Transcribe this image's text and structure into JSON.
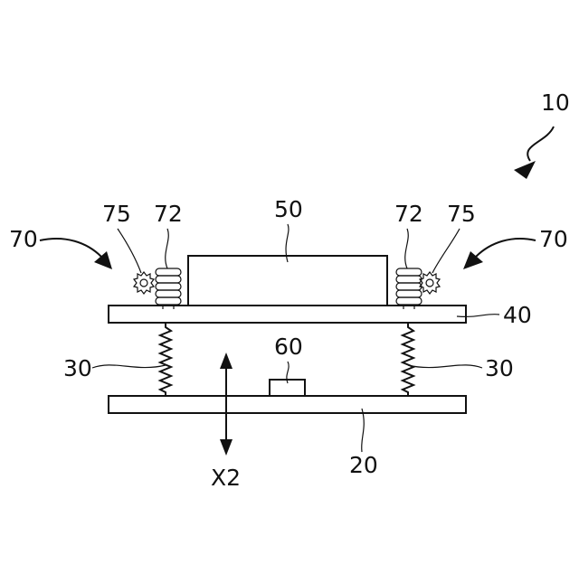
{
  "figure": {
    "labels": {
      "device": "10",
      "base_plate": "20",
      "spring_left": "30",
      "spring_right": "30",
      "top_plate": "40",
      "component": "50",
      "sensor": "60",
      "adjuster_left": "70",
      "adjuster_right": "70",
      "screw_left": "72",
      "screw_right": "72",
      "gear_left": "75",
      "gear_right": "75",
      "direction": "X2"
    }
  }
}
